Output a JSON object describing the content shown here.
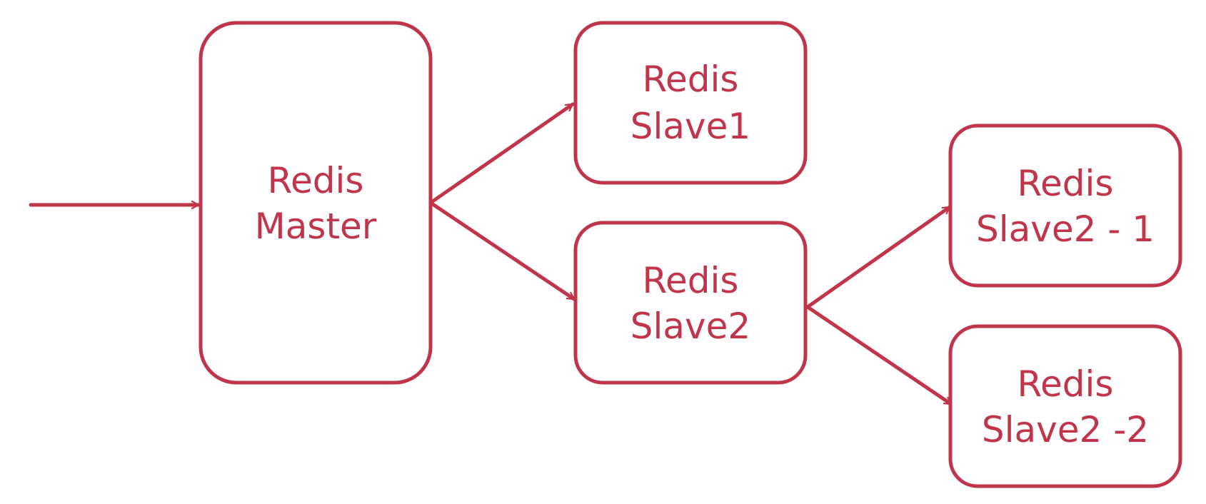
{
  "colors": {
    "stroke": "#c1354a",
    "text": "#c1354a",
    "background": "#ffffff"
  },
  "nodes": {
    "master": {
      "line1": "Redis",
      "line2": "Master"
    },
    "slave1": {
      "line1": "Redis",
      "line2": "Slave1"
    },
    "slave2": {
      "line1": "Redis",
      "line2": "Slave2"
    },
    "slave2_1": {
      "line1": "Redis",
      "line2": "Slave2 - 1"
    },
    "slave2_2": {
      "line1": "Redis",
      "line2": "Slave2 -2"
    }
  },
  "edges": [
    {
      "from": "input",
      "to": "master"
    },
    {
      "from": "master",
      "to": "slave1"
    },
    {
      "from": "master",
      "to": "slave2"
    },
    {
      "from": "slave2",
      "to": "slave2_1"
    },
    {
      "from": "slave2",
      "to": "slave2_2"
    }
  ]
}
